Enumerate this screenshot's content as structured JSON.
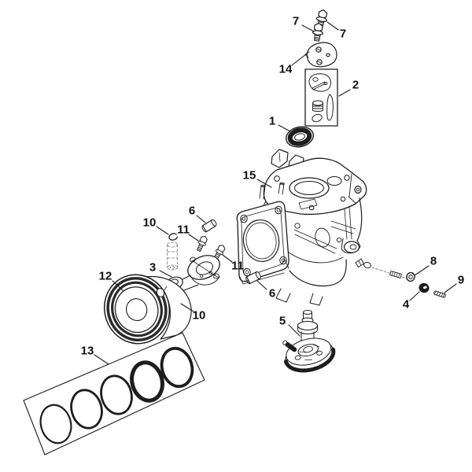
{
  "page": {
    "background": "#ffffff"
  },
  "diagram": {
    "figure_type": "exploded-parts-diagram",
    "line_color": "#1d1d1d",
    "dashed_color": "#8e8e8e",
    "dark_fill": "#1c1c1c",
    "refs_visible": [
      "1",
      "2",
      "3",
      "4",
      "5",
      "6",
      "7",
      "8",
      "9",
      "10",
      "11",
      "12",
      "13",
      "14",
      "15"
    ],
    "callouts": [
      {
        "ref": "7",
        "part": "breather-bolt-left",
        "label": [
          376,
          27
        ],
        "leader": [
          384,
          32,
          399,
          40
        ]
      },
      {
        "ref": "7",
        "part": "breather-bolt-right",
        "label": [
          436,
          43
        ],
        "leader": [
          430,
          38,
          416,
          28
        ]
      },
      {
        "ref": "14",
        "part": "breather-plate",
        "label": [
          363,
          88
        ],
        "leader": [
          371,
          83,
          389,
          69
        ]
      },
      {
        "ref": "2",
        "part": "breather-kit-box",
        "label": [
          452,
          108
        ],
        "leader": [
          445,
          114,
          431,
          122
        ]
      },
      {
        "ref": "1",
        "part": "oil-seal",
        "label": [
          346,
          154
        ],
        "leader": [
          354,
          159,
          369,
          167
        ]
      },
      {
        "ref": "15",
        "part": "crankcase",
        "label": [
          317,
          223
        ],
        "leader": [
          327,
          228,
          345,
          238
        ]
      },
      {
        "ref": "6",
        "part": "dowel-bushing-top",
        "label": [
          244,
          268
        ],
        "leader": [
          250,
          274,
          261,
          283
        ]
      },
      {
        "ref": "10",
        "part": "circlip-top",
        "label": [
          190,
          283
        ],
        "leader": [
          199,
          288,
          214,
          298
        ]
      },
      {
        "ref": "11",
        "part": "rod-bolt-upper",
        "label": [
          233,
          292
        ],
        "leader": [
          240,
          298,
          252,
          306
        ]
      },
      {
        "ref": "3",
        "part": "connecting-rod",
        "label": [
          194,
          340
        ],
        "leader": [
          203,
          344,
          218,
          352
        ]
      },
      {
        "ref": "11",
        "part": "rod-bolt-lower",
        "label": [
          302,
          338
        ],
        "leader": [
          295,
          333,
          283,
          324
        ]
      },
      {
        "ref": "12",
        "part": "piston",
        "label": [
          134,
          351
        ],
        "leader": [
          143,
          357,
          157,
          370
        ]
      },
      {
        "ref": "6",
        "part": "dowel-bushing-bottom",
        "label": [
          346,
          373
        ],
        "leader": [
          339,
          368,
          327,
          357
        ]
      },
      {
        "ref": "10",
        "part": "circlip-bottom",
        "label": [
          253,
          401
        ],
        "leader": [
          246,
          396,
          230,
          386
        ]
      },
      {
        "ref": "8",
        "part": "washer",
        "label": [
          551,
          332
        ],
        "leader": [
          545,
          338,
          527,
          350
        ]
      },
      {
        "ref": "9",
        "part": "split-pin",
        "label": [
          586,
          356
        ],
        "leader": [
          580,
          361,
          565,
          372
        ]
      },
      {
        "ref": "4",
        "part": "seal-grommet",
        "label": [
          516,
          387
        ],
        "leader": [
          521,
          382,
          533,
          371
        ]
      },
      {
        "ref": "5",
        "part": "camshaft-gear",
        "label": [
          359,
          408
        ],
        "leader": [
          367,
          413,
          381,
          427
        ]
      },
      {
        "ref": "13",
        "part": "piston-ring-set",
        "label": [
          111,
          446
        ],
        "leader": [
          120,
          451,
          138,
          463
        ]
      }
    ]
  }
}
